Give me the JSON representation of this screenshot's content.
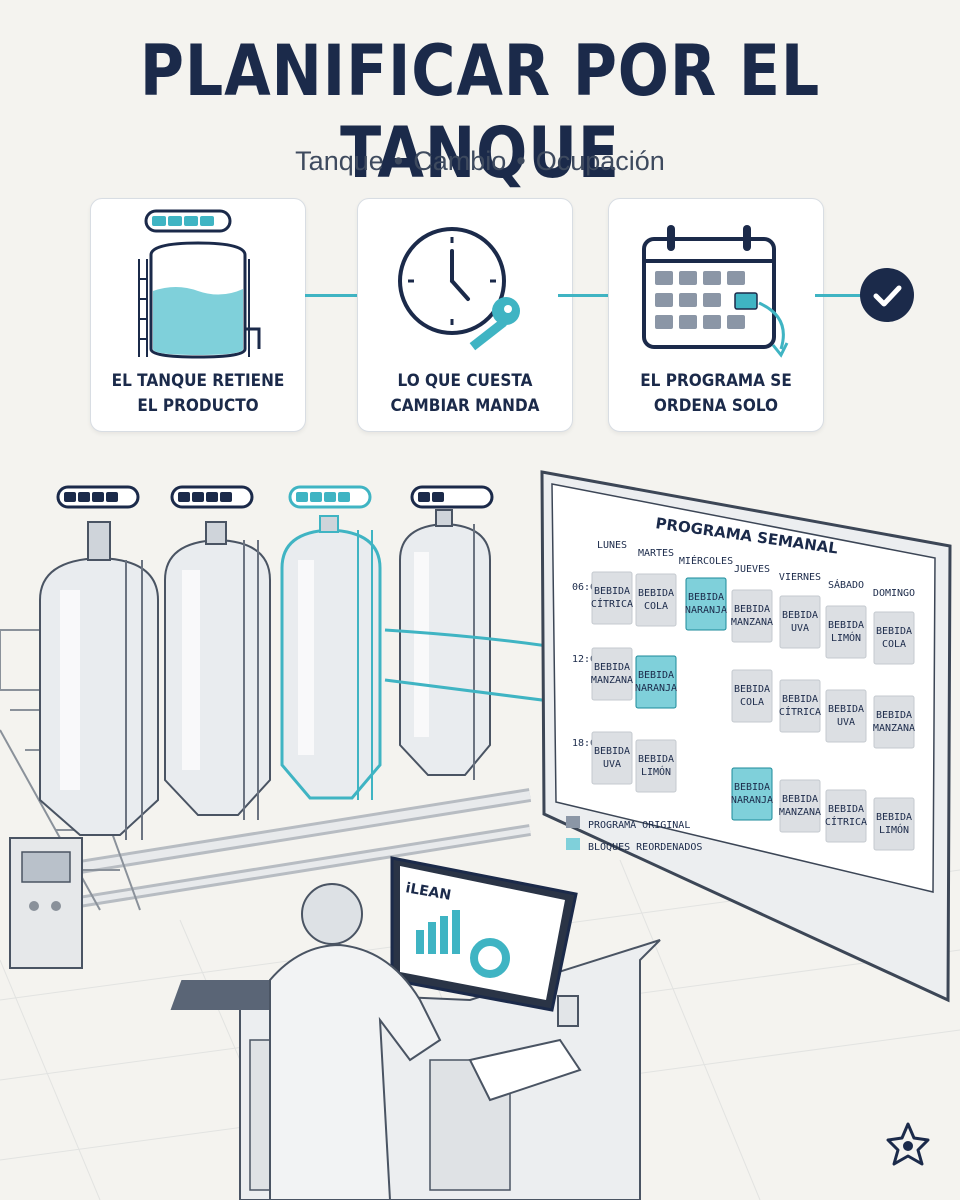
{
  "title": "PLANIFICAR POR EL TANQUE",
  "subtitle": {
    "a": "Tanque",
    "sep": "•",
    "b": "Cambio",
    "c": "Ocupación"
  },
  "cards": [
    {
      "line1": "EL TANQUE RETIENE",
      "line2": "EL PRODUCTO"
    },
    {
      "line1": "LO QUE CUESTA",
      "line2": "CAMBIAR MANDA"
    },
    {
      "line1": "EL PROGRAMA SE",
      "line2": "ORDENA SOLO"
    }
  ],
  "tank_fill_levels": [
    4,
    4,
    4,
    2
  ],
  "schedule": {
    "title": "PROGRAMA SEMANAL",
    "days": [
      "LUNES",
      "MARTES",
      "MIÉRCOLES",
      "JUEVES",
      "VIERNES",
      "SÁBADO",
      "DOMINGO"
    ],
    "times": [
      "06:00",
      "12:00",
      "18:00"
    ],
    "cells": [
      {
        "l1": "BEBIDA",
        "l2": "CÍTRICA",
        "hl": false
      },
      {
        "l1": "BEBIDA",
        "l2": "COLA",
        "hl": false
      },
      {
        "l1": "BEBIDA",
        "l2": "NARANJA",
        "hl": true
      },
      {
        "l1": "BEBIDA",
        "l2": "MANZANA",
        "hl": false
      },
      {
        "l1": "BEBIDA",
        "l2": "UVA",
        "hl": false
      },
      {
        "l1": "BEBIDA",
        "l2": "LIMÓN",
        "hl": false
      },
      {
        "l1": "BEBIDA",
        "l2": "COLA",
        "hl": false
      },
      {
        "l1": "BEBIDA",
        "l2": "MANZANA",
        "hl": false
      },
      {
        "l1": "BEBIDA",
        "l2": "NARANJA",
        "hl": true
      },
      {
        "l1": "BEBIDA",
        "l2": "COLA",
        "hl": false
      },
      {
        "l1": "BEBIDA",
        "l2": "CÍTRICA",
        "hl": false
      },
      {
        "l1": "BEBIDA",
        "l2": "UVA",
        "hl": false
      },
      {
        "l1": "BEBIDA",
        "l2": "MANZANA",
        "hl": false
      },
      {
        "l1": "BEBIDA",
        "l2": "UVA",
        "hl": false
      },
      {
        "l1": "BEBIDA",
        "l2": "LIMÓN",
        "hl": false
      },
      {
        "l1": "BEBIDA",
        "l2": "NARANJA",
        "hl": true
      },
      {
        "l1": "BEBIDA",
        "l2": "MANZANA",
        "hl": false
      },
      {
        "l1": "BEBIDA",
        "l2": "CÍTRICA",
        "hl": false
      },
      {
        "l1": "BEBIDA",
        "l2": "LIMÓN",
        "hl": false
      }
    ],
    "legend": {
      "original": "PROGRAMA ORIGINAL",
      "reordered": "BLOQUES REORDENADOS"
    }
  },
  "monitor_brand": "iLEAN",
  "colors": {
    "navy": "#1b2a4a",
    "teal": "#3fb4c3",
    "bg": "#f4f3ef"
  }
}
